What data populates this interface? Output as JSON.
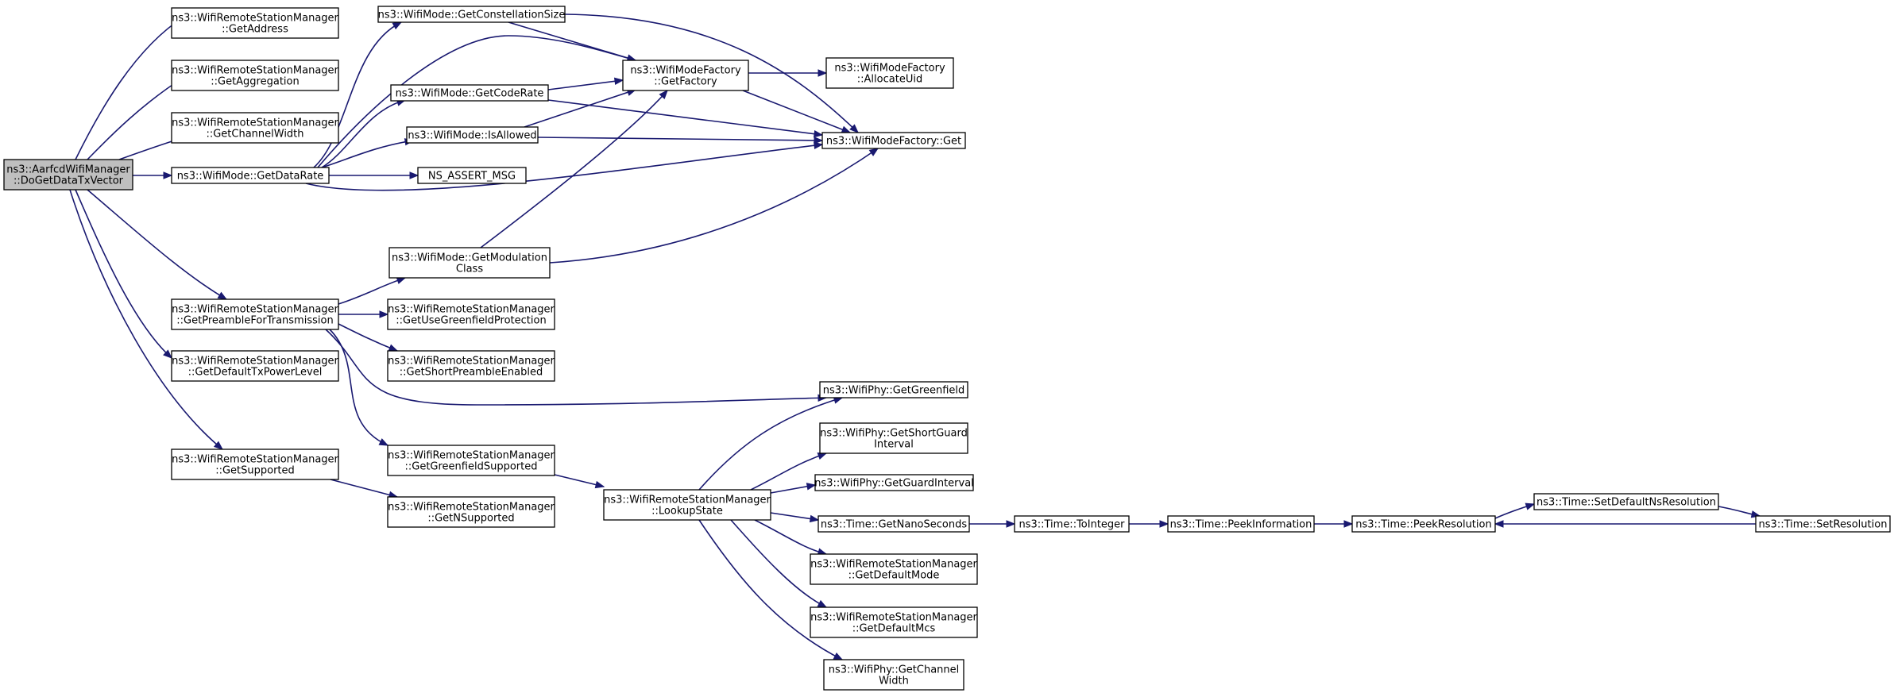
{
  "nodes": [
    {
      "id": "root",
      "lines": [
        "ns3::AarfcdWifiManager",
        "::DoGetDataTxVector"
      ],
      "root": true
    },
    {
      "id": "getaddr",
      "lines": [
        "ns3::WifiRemoteStationManager",
        "::GetAddress"
      ]
    },
    {
      "id": "getaggr",
      "lines": [
        "ns3::WifiRemoteStationManager",
        "::GetAggregation"
      ]
    },
    {
      "id": "getchw",
      "lines": [
        "ns3::WifiRemoteStationManager",
        "::GetChannelWidth"
      ]
    },
    {
      "id": "getdatarate",
      "lines": [
        "ns3::WifiMode::GetDataRate"
      ]
    },
    {
      "id": "getpreamble",
      "lines": [
        "ns3::WifiRemoteStationManager",
        "::GetPreambleForTransmission"
      ]
    },
    {
      "id": "getdefaulttx",
      "lines": [
        "ns3::WifiRemoteStationManager",
        "::GetDefaultTxPowerLevel"
      ]
    },
    {
      "id": "getsupported",
      "lines": [
        "ns3::WifiRemoteStationManager",
        "::GetSupported"
      ]
    },
    {
      "id": "getconst",
      "lines": [
        "ns3::WifiMode::GetConstellationSize"
      ]
    },
    {
      "id": "getcoderate",
      "lines": [
        "ns3::WifiMode::GetCodeRate"
      ]
    },
    {
      "id": "isallowed",
      "lines": [
        "ns3::WifiMode::IsAllowed"
      ]
    },
    {
      "id": "nsassert",
      "lines": [
        "NS_ASSERT_MSG"
      ]
    },
    {
      "id": "getmodclass",
      "lines": [
        "ns3::WifiMode::GetModulation",
        "Class"
      ]
    },
    {
      "id": "getusegf",
      "lines": [
        "ns3::WifiRemoteStationManager",
        "::GetUseGreenfieldProtection"
      ]
    },
    {
      "id": "getshortpre",
      "lines": [
        "ns3::WifiRemoteStationManager",
        "::GetShortPreambleEnabled"
      ]
    },
    {
      "id": "getgfsupp",
      "lines": [
        "ns3::WifiRemoteStationManager",
        "::GetGreenfieldSupported"
      ]
    },
    {
      "id": "getnsupp",
      "lines": [
        "ns3::WifiRemoteStationManager",
        "::GetNSupported"
      ]
    },
    {
      "id": "getfactory",
      "lines": [
        "ns3::WifiModeFactory",
        "::GetFactory"
      ]
    },
    {
      "id": "allocuid",
      "lines": [
        "ns3::WifiModeFactory",
        "::AllocateUid"
      ]
    },
    {
      "id": "factget",
      "lines": [
        "ns3::WifiModeFactory::Get"
      ]
    },
    {
      "id": "lookup",
      "lines": [
        "ns3::WifiRemoteStationManager",
        "::LookupState"
      ]
    },
    {
      "id": "getgf",
      "lines": [
        "ns3::WifiPhy::GetGreenfield"
      ]
    },
    {
      "id": "getsgi",
      "lines": [
        "ns3::WifiPhy::GetShortGuard",
        "Interval"
      ]
    },
    {
      "id": "getgi",
      "lines": [
        "ns3::WifiPhy::GetGuardInterval"
      ]
    },
    {
      "id": "getnano",
      "lines": [
        "ns3::Time::GetNanoSeconds"
      ]
    },
    {
      "id": "getdefmode",
      "lines": [
        "ns3::WifiRemoteStationManager",
        "::GetDefaultMode"
      ]
    },
    {
      "id": "getdefmcs",
      "lines": [
        "ns3::WifiRemoteStationManager",
        "::GetDefaultMcs"
      ]
    },
    {
      "id": "getchwphy",
      "lines": [
        "ns3::WifiPhy::GetChannel",
        "Width"
      ]
    },
    {
      "id": "toint",
      "lines": [
        "ns3::Time::ToInteger"
      ]
    },
    {
      "id": "peekinfo",
      "lines": [
        "ns3::Time::PeekInformation"
      ]
    },
    {
      "id": "peekres",
      "lines": [
        "ns3::Time::PeekResolution"
      ]
    },
    {
      "id": "setdefns",
      "lines": [
        "ns3::Time::SetDefaultNsResolution"
      ]
    },
    {
      "id": "setres",
      "lines": [
        "ns3::Time::SetResolution"
      ]
    }
  ],
  "edges": [
    [
      "root",
      "getaddr"
    ],
    [
      "root",
      "getaggr"
    ],
    [
      "root",
      "getchw"
    ],
    [
      "root",
      "getdatarate"
    ],
    [
      "root",
      "getpreamble"
    ],
    [
      "root",
      "getdefaulttx"
    ],
    [
      "root",
      "getsupported"
    ],
    [
      "getdatarate",
      "getconst"
    ],
    [
      "getdatarate",
      "getfactory"
    ],
    [
      "getdatarate",
      "getcoderate"
    ],
    [
      "getdatarate",
      "isallowed"
    ],
    [
      "getdatarate",
      "nsassert"
    ],
    [
      "getdatarate",
      "factget"
    ],
    [
      "getconst",
      "getfactory"
    ],
    [
      "getconst",
      "factget"
    ],
    [
      "getcoderate",
      "getfactory"
    ],
    [
      "getcoderate",
      "factget"
    ],
    [
      "isallowed",
      "getfactory"
    ],
    [
      "isallowed",
      "factget"
    ],
    [
      "getfactory",
      "allocuid"
    ],
    [
      "getfactory",
      "factget"
    ],
    [
      "getmodclass",
      "getfactory"
    ],
    [
      "getmodclass",
      "factget"
    ],
    [
      "getpreamble",
      "getmodclass"
    ],
    [
      "getpreamble",
      "getusegf"
    ],
    [
      "getpreamble",
      "getshortpre"
    ],
    [
      "getpreamble",
      "getgf"
    ],
    [
      "getpreamble",
      "getgfsupp"
    ],
    [
      "getgfsupp",
      "lookup"
    ],
    [
      "getsupported",
      "getnsupp"
    ],
    [
      "lookup",
      "getgf"
    ],
    [
      "lookup",
      "getsgi"
    ],
    [
      "lookup",
      "getgi"
    ],
    [
      "lookup",
      "getnano"
    ],
    [
      "lookup",
      "getdefmode"
    ],
    [
      "lookup",
      "getdefmcs"
    ],
    [
      "lookup",
      "getchwphy"
    ],
    [
      "getnano",
      "toint"
    ],
    [
      "toint",
      "peekinfo"
    ],
    [
      "peekinfo",
      "peekres"
    ],
    [
      "peekres",
      "setdefns"
    ],
    [
      "setdefns",
      "setres"
    ],
    [
      "setres",
      "peekres"
    ]
  ]
}
